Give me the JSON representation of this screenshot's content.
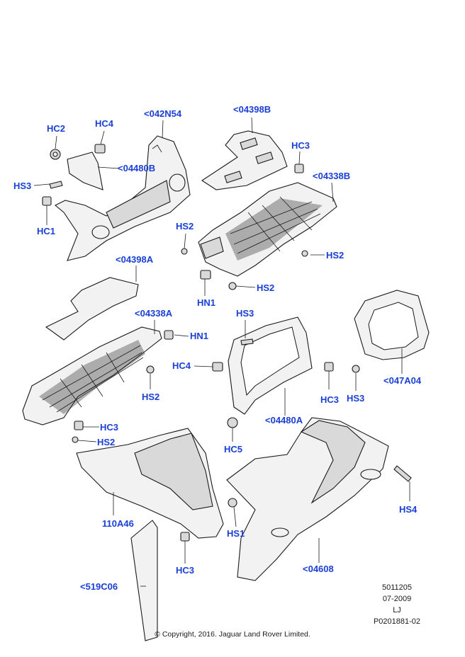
{
  "callouts": {
    "hc2_top": "HC2",
    "hc4_top": "HC4",
    "n042N54": "<042N54",
    "n04398B": "<04398B",
    "hc3_top": "HC3",
    "n04338B": "<04338B",
    "n04480B": "<04480B",
    "hs3_top": "HS3",
    "hc1": "HC1",
    "hs2_a": "HS2",
    "hs2_b": "HS2",
    "hs2_c": "HS2",
    "hn1_a": "HN1",
    "n04398A": "<04398A",
    "n04338A": "<04338A",
    "hn1_b": "HN1",
    "hs3_mid": "HS3",
    "hc4_mid": "HC4",
    "hs2_d": "HS2",
    "hc3_mid_right": "HC3",
    "hs3_mid_right": "HS3",
    "n047A04": "<047A04",
    "hc3_left": "HC3",
    "hs2_left": "HS2",
    "n04480A": "<04480A",
    "hc5": "HC5",
    "hs4": "HS4",
    "n110A46": "110A46",
    "hs1": "HS1",
    "hc3_bottom": "HC3",
    "n04608": "<04608",
    "n519C06": "<519C06"
  },
  "reference": {
    "line1": "5011205",
    "line2": "07-2009",
    "line3": "LJ",
    "line4": "P0201881-02"
  },
  "copyright": "© Copyright, 2016. Jaguar Land Rover Limited.",
  "colors": {
    "callout": "#1a3fd6",
    "line": "#1a1a1a"
  }
}
